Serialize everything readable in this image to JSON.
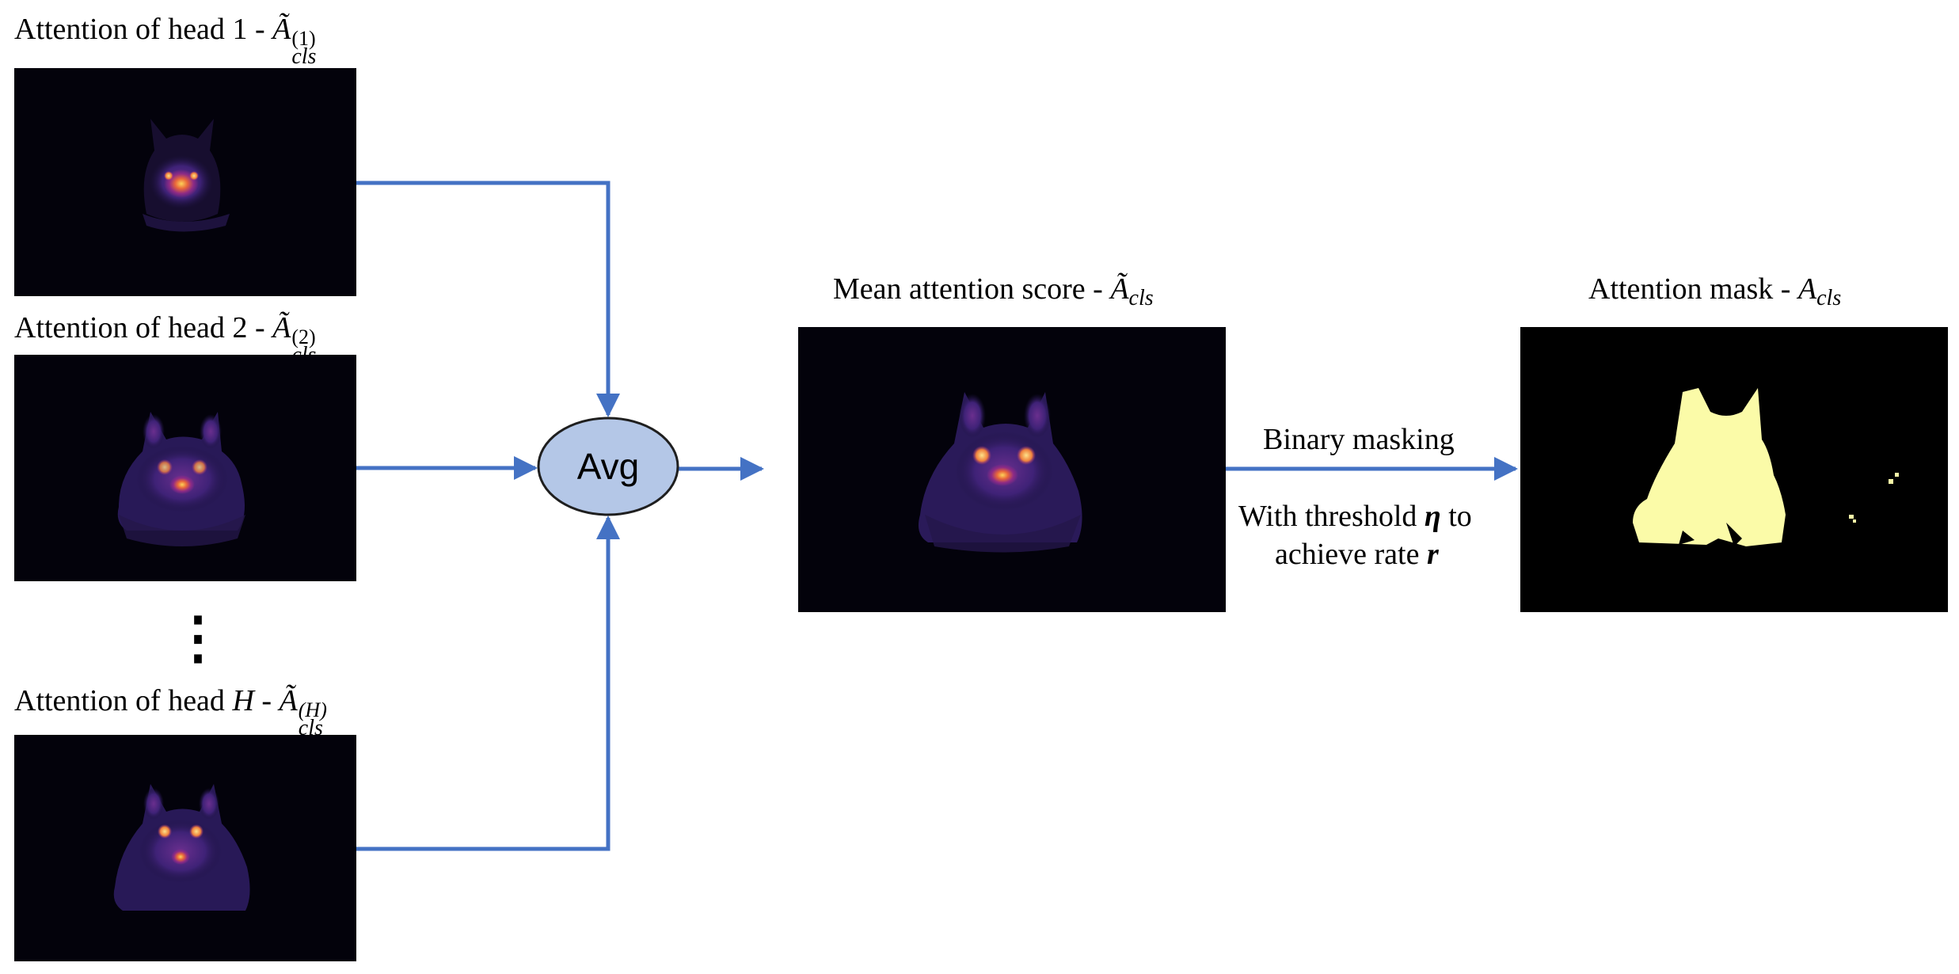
{
  "heads": [
    {
      "prefix": "Attention of head ",
      "index": "1",
      "sep": " - ",
      "sym": "Ã",
      "sub": "cls",
      "sup": "(1)"
    },
    {
      "prefix": "Attention of head ",
      "index": "2",
      "sep": " - ",
      "sym": "Ã",
      "sub": "cls",
      "sup": "(2)"
    },
    {
      "prefix": "Attention of head ",
      "index": "H",
      "sep": " - ",
      "sym": "Ã",
      "sub": "cls",
      "sup": "(H)"
    }
  ],
  "ellipsis": "⋮",
  "avg_node": "Avg",
  "mean": {
    "prefix": "Mean attention score - ",
    "sym": "Ã",
    "sub": "cls"
  },
  "mask": {
    "prefix": "Attention mask - ",
    "sym": "A",
    "sub": "cls"
  },
  "edge": {
    "top": "Binary masking",
    "line1_pre": "With threshold ",
    "line1_sym": "η",
    "line1_post": " to",
    "line2_pre": "achieve rate ",
    "line2_sym": "r"
  },
  "colors": {
    "arrow": "#4472c4",
    "node_fill": "#b4c7e7",
    "node_stroke": "#1f1f1f",
    "heatmap_bg": "#03020b",
    "mask_fill": "#fbfba8"
  }
}
